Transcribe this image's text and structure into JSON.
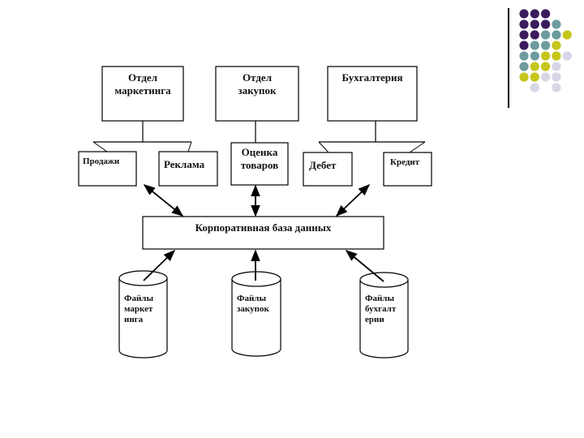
{
  "slide": {
    "departments": [
      {
        "id": "marketing",
        "line1": "Отдел",
        "line2": "маркетинга"
      },
      {
        "id": "purchasing",
        "line1": "Отдел",
        "line2": "закупок"
      },
      {
        "id": "accounting",
        "line1": "Бухгалтерия",
        "line2": ""
      }
    ],
    "subunits": {
      "sales": "Продажи",
      "advertising": "Реклама",
      "goods_eval_line1": "Оценка",
      "goods_eval_line2": "товаров",
      "debit": "Дебет",
      "credit": "Кредит"
    },
    "database": {
      "label": "Корпоративная база данных"
    },
    "files": [
      {
        "id": "marketing-files",
        "lines": [
          "Файлы",
          "маркет",
          "инга"
        ]
      },
      {
        "id": "purchasing-files",
        "lines": [
          "Файлы",
          "закупок"
        ]
      },
      {
        "id": "accounting-files",
        "lines": [
          "Файлы",
          "бухгалт",
          "ерии"
        ]
      }
    ],
    "decoration": {
      "colors": {
        "P": "#3a1c5c",
        "T": "#6e9c9e",
        "Y": "#c6c61c",
        "L": "#d6d6e6",
        "rule": "#000000"
      },
      "dot_grid": [
        "PPP..",
        "PPPT.",
        "PPTTY",
        "PTTY.",
        "TTYYL",
        "TYYL.",
        "YYLL.",
        ".L.L."
      ]
    }
  }
}
